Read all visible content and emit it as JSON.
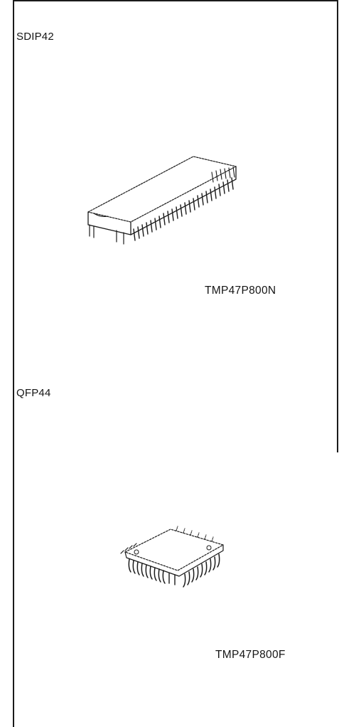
{
  "packages": [
    {
      "package_name": "SDIP42",
      "part_number": "TMP47P800N"
    },
    {
      "package_name": "QFP44",
      "part_number": "TMP47P800F"
    }
  ]
}
